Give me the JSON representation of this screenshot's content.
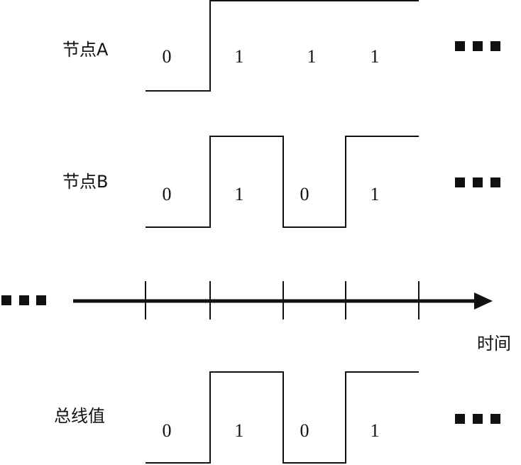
{
  "rows": [
    {
      "label": "节点A",
      "bits": [
        "0",
        "1",
        "1",
        "1"
      ]
    },
    {
      "label": "节点B",
      "bits": [
        "0",
        "1",
        "0",
        "1"
      ]
    },
    {
      "label": "总线值",
      "bits": [
        "0",
        "1",
        "0",
        "1"
      ]
    }
  ],
  "axis": {
    "label": "时间"
  }
}
